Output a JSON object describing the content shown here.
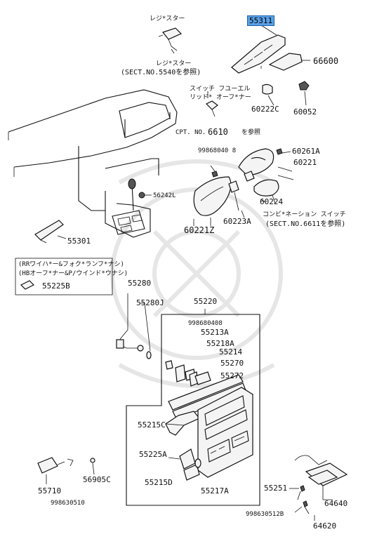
{
  "labels": {
    "p55311": "55311",
    "p66600": "66600",
    "resister_top": "レジ*スター",
    "resister_mid": "レジ*スター",
    "sect5540": "(SECT.NO.5540を参照)",
    "switch_fog_1": "スイッチ フユーエル",
    "switch_fog_2": "リッド* オーフ*ナー",
    "p60222c": "60222C",
    "p60052": "60052",
    "cpt_prefix": "CPT. NO.",
    "cpt_num": "6610",
    "cpt_suffix": "を参照",
    "p99868040b": "99868040 8",
    "p60261a": "60261A",
    "p60221": "60221",
    "p56242l": "56242L",
    "p60224": "60224",
    "combi_switch": "コンビ*ネーション スイッチ",
    "sect6611": "(SECT.NO.6611を参照)",
    "p60223a": "60223A",
    "p60221z": "60221Z",
    "p55301": "55301",
    "note1": "(RRワイハ*ー&フォク*ランフ*ナシ)",
    "note2": "(HBオーフ*ナー&P/ウインド*ウナシ)",
    "p55225b": "55225B",
    "p55280": "55280",
    "p55280j": "55280J",
    "p55220": "55220",
    "p998680408": "998680408",
    "p55213a": "55213A",
    "p55218a": "55218A",
    "p55214": "55214",
    "p55270": "55270",
    "p55272": "55272",
    "p55215c": "55215C",
    "p55225a": "55225A",
    "p55215d": "55215D",
    "p55217a": "55217A",
    "p55710": "55710",
    "p998630510": "998630510",
    "p56905c": "56905C",
    "p55251": "55251",
    "p64640": "64640",
    "p998630512b": "998630512B",
    "p64620": "64620"
  }
}
